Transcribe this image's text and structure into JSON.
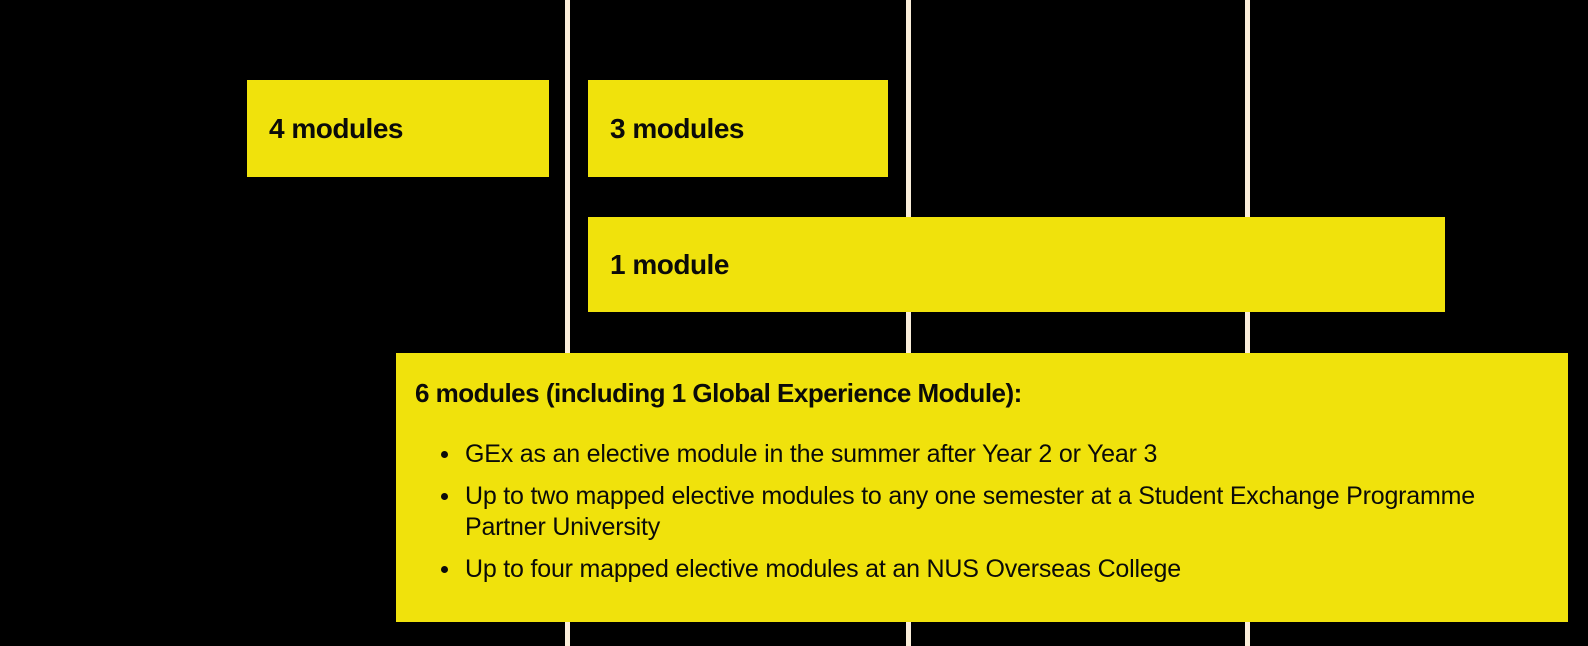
{
  "colors": {
    "background": "#000000",
    "divider": "#FBEEDA",
    "box_fill": "#F0E20C",
    "text": "#0B0B09"
  },
  "module_boxes": [
    {
      "label": "4 modules"
    },
    {
      "label": "3 modules"
    },
    {
      "label": "1 module"
    }
  ],
  "summary_box": {
    "title": "6 modules (including 1 Global Experience Module):",
    "bullets": [
      "GEx as an elective module in the summer after Year 2 or Year 3",
      "Up to two mapped elective modules to any one semester at a Student Exchange Programme Partner University",
      "Up to four mapped elective modules at an NUS Overseas College"
    ]
  }
}
